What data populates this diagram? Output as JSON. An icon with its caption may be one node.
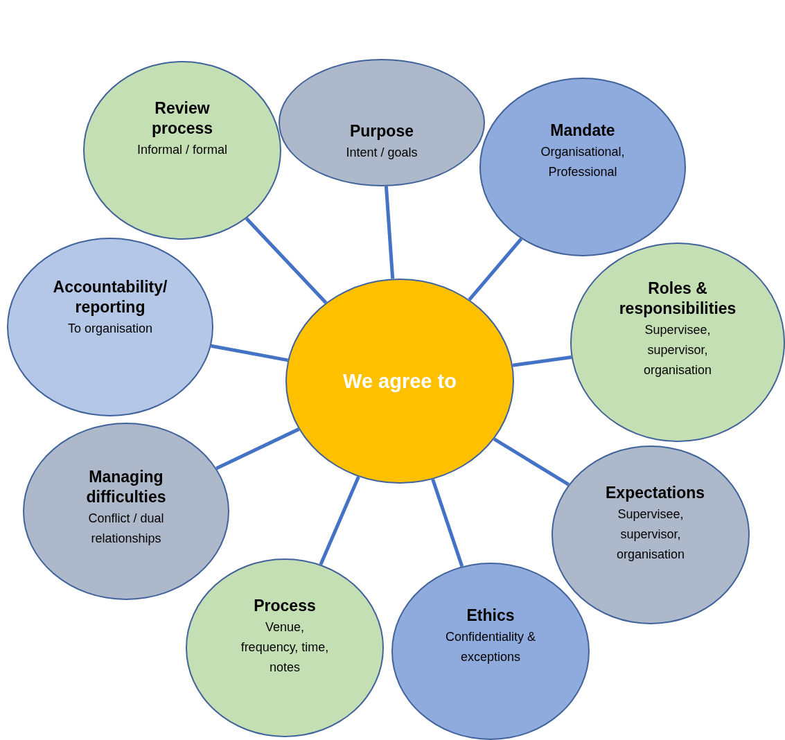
{
  "diagram": {
    "nodes": [
      {
        "text": [
          "We agree to"
        ]
      },
      {
        "text": [
          "Purpose",
          "Intent / goals"
        ]
      },
      {
        "text": [
          "Mandate",
          "Organisational, Professional"
        ]
      },
      {
        "text": [
          "Roles & responsibilities",
          "Supervisee, supervisor, organisation"
        ]
      },
      {
        "text": [
          "Expectations",
          "Supervisee, supervisor, organisation"
        ]
      },
      {
        "text": [
          "Ethics",
          "Confidentiality & exceptions"
        ]
      },
      {
        "text": [
          "Process",
          "Venue, frequency, time, notes"
        ]
      },
      {
        "text": [
          "Managing difficulties",
          "Conflict / dual relationships"
        ]
      },
      {
        "text": [
          "Accountability/ reporting",
          "To organisation"
        ]
      },
      {
        "text": [
          "Review process",
          "Informal / formal"
        ]
      }
    ],
    "edges": [
      {
        "from": 0,
        "to": 1,
        "arrow": "none"
      },
      {
        "from": 0,
        "to": 2,
        "arrow": "none"
      },
      {
        "from": 0,
        "to": 3,
        "arrow": "none"
      },
      {
        "from": 0,
        "to": 4,
        "arrow": "none"
      },
      {
        "from": 0,
        "to": 5,
        "arrow": "none"
      },
      {
        "from": 0,
        "to": 6,
        "arrow": "none"
      },
      {
        "from": 0,
        "to": 7,
        "arrow": "none"
      },
      {
        "from": 0,
        "to": 8,
        "arrow": "none"
      },
      {
        "from": 0,
        "to": 9,
        "arrow": "none"
      }
    ]
  }
}
